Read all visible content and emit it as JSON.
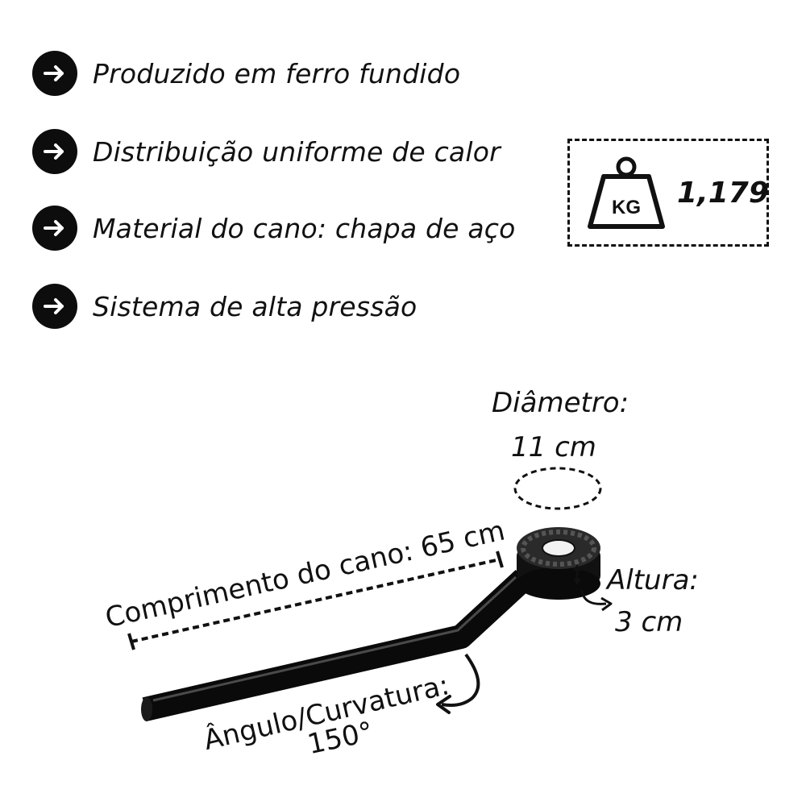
{
  "features": [
    {
      "text": "Produzido em ferro fundido",
      "icon": "arrow-right-icon"
    },
    {
      "text": "Distribuição uniforme de calor",
      "icon": "arrow-right-icon"
    },
    {
      "text": "Material do cano: chapa de aço",
      "icon": "arrow-right-icon"
    },
    {
      "text": "Sistema de alta pressão",
      "icon": "arrow-right-icon"
    }
  ],
  "weight": {
    "unit_label": "KG",
    "value": "1,179",
    "icon": "weight-kg-icon"
  },
  "diagram": {
    "diameter_label": "Diâmetro:",
    "diameter_value": "11 cm",
    "length_label": "Comprimento do cano: 65 cm",
    "height_label": "Altura:",
    "height_value": "3 cm",
    "angle_label": "Ângulo/Curvatura:",
    "angle_value": "150°"
  },
  "colors": {
    "ink": "#111111",
    "background": "#ffffff"
  }
}
